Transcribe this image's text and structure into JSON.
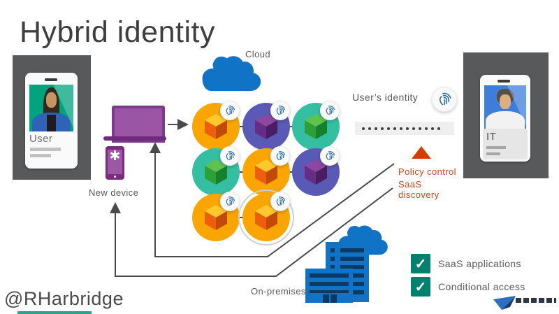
{
  "title": "Hybrid identity",
  "handle": "@RHarbridge",
  "labels": {
    "cloud": "Cloud",
    "user": "User",
    "it": "IT",
    "new_device": "New device",
    "users_identity": "User’s identity",
    "on_premises": "On-premises",
    "policy_control": "Policy control",
    "saas_discovery": "SaaS\ndiscovery"
  },
  "identity": {
    "password_dots": 13
  },
  "checklist": [
    {
      "label": "SaaS applications"
    },
    {
      "label": "Conditional access"
    }
  ],
  "icons": {
    "fingerprint": "fingerprint-icon",
    "checkmark_glyph": "✓",
    "asterisk_glyph": "✱"
  },
  "colors": {
    "cloud_blue": "#1173C5",
    "building_window_navy": "#0B3A64",
    "device_purple": "#8E4A9E",
    "panel_gray": "#58595B",
    "line_gray": "#4A4A4A",
    "alert_orange": "#D83B01",
    "check_teal": "#00806E",
    "fingerprint_blue": "#1E63B4"
  },
  "grid": {
    "palettes": {
      "orange": {
        "circle": "#F9A602",
        "cube_top": "#FFC82E",
        "cube_left": "#EE5F0D",
        "cube_right": "#C24A08"
      },
      "indigo": {
        "circle": "#585AB5",
        "cube_top": "#8C47A0",
        "cube_left": "#672C86",
        "cube_right": "#4A1D63"
      },
      "teal": {
        "circle": "#34BEA2",
        "cube_top": "#5FC24E",
        "cube_left": "#2E9E38",
        "cube_right": "#17802C"
      }
    },
    "nodes": [
      {
        "row": 0,
        "col": 0,
        "palette": "orange",
        "ring": false
      },
      {
        "row": 0,
        "col": 1,
        "palette": "indigo",
        "ring": false
      },
      {
        "row": 0,
        "col": 2,
        "palette": "teal",
        "ring": false
      },
      {
        "row": 1,
        "col": 0,
        "palette": "teal",
        "ring": false
      },
      {
        "row": 1,
        "col": 1,
        "palette": "orange",
        "ring": false
      },
      {
        "row": 1,
        "col": 2,
        "palette": "indigo",
        "ring": false
      },
      {
        "row": 2,
        "col": 0,
        "palette": "orange",
        "ring": false
      },
      {
        "row": 2,
        "col": 1,
        "palette": "orange",
        "ring": true
      }
    ],
    "edges": [
      [
        [
          0,
          0
        ],
        [
          0,
          1
        ]
      ],
      [
        [
          0,
          1
        ],
        [
          0,
          2
        ]
      ],
      [
        [
          1,
          0
        ],
        [
          1,
          1
        ]
      ],
      [
        [
          1,
          1
        ],
        [
          1,
          2
        ]
      ],
      [
        [
          2,
          0
        ],
        [
          2,
          1
        ]
      ],
      [
        [
          0,
          0
        ],
        [
          1,
          0
        ]
      ],
      [
        [
          1,
          0
        ],
        [
          2,
          0
        ]
      ],
      [
        [
          0,
          1
        ],
        [
          1,
          1
        ]
      ],
      [
        [
          1,
          1
        ],
        [
          2,
          1
        ]
      ],
      [
        [
          0,
          2
        ],
        [
          1,
          2
        ]
      ]
    ]
  }
}
